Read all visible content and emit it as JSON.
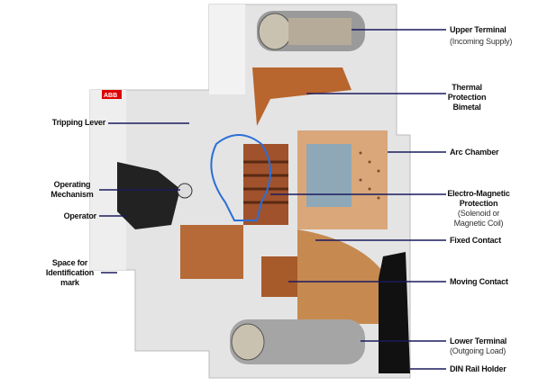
{
  "title": "Miniature Circuit Breaker cutaway",
  "brand_logo": "ABB",
  "left_labels": {
    "tripping_lever": "Tripping Lever",
    "operating_mechanism_1": "Operating",
    "operating_mechanism_2": "Mechanism",
    "operator": "Operator",
    "space_1": "Space for",
    "space_2": "Identification",
    "space_3": "mark"
  },
  "right_labels": {
    "upper_terminal": "Upper Terminal",
    "upper_terminal_sub": "(Incoming Supply)",
    "thermal_1": "Thermal",
    "thermal_2": "Protection",
    "thermal_3": "Bimetal",
    "arc_chamber": "Arc Chamber",
    "em_1": "Electro-Magnetic",
    "em_2": "Protection",
    "em_3": "(Solenoid  or",
    "em_4": "Magnetic Coil)",
    "fixed_contact": "Fixed Contact",
    "moving_contact": "Moving Contact",
    "lower_terminal": "Lower Terminal",
    "lower_terminal_sub": "(Outgoing Load)",
    "din_rail_holder": "DIN Rail Holder"
  },
  "colors": {
    "leader": "#1a1a5e",
    "copper": "#b8652e",
    "housing": "#e6e6e6"
  }
}
